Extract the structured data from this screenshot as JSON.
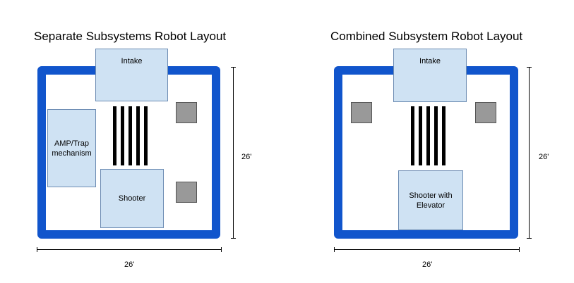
{
  "left": {
    "title": "Separate Subsystems Robot Layout",
    "intake": "Intake",
    "amp": "AMP/Trap mechanism",
    "shooter": "Shooter",
    "width_label": "26'",
    "height_label": "26'"
  },
  "right": {
    "title": "Combined Subsystem Robot Layout",
    "intake": "Intake",
    "shooter": "Shooter with Elevator",
    "width_label": "26'",
    "height_label": "26'"
  },
  "colors": {
    "frame": "#1155cc",
    "component": "#cfe2f3",
    "square": "#999999"
  }
}
